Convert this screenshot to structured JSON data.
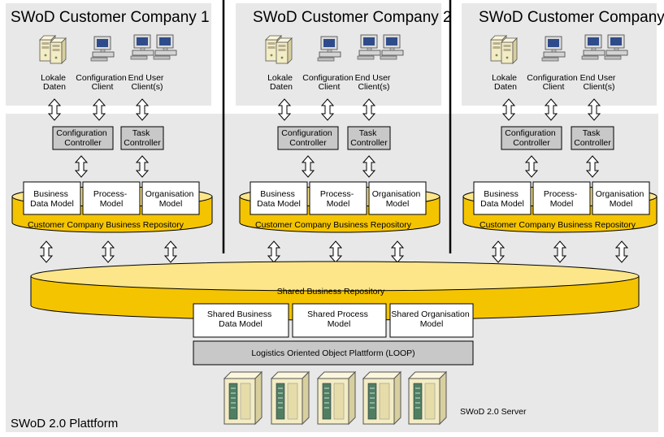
{
  "companies": [
    {
      "title": "SWoD Customer Company 1",
      "clients": {
        "local": [
          "Lokale",
          "Daten"
        ],
        "config": [
          "Configuration",
          "Client"
        ],
        "enduser": [
          "End User",
          "Client(s)"
        ]
      },
      "controllers": {
        "config": [
          "Configuration",
          "Controller"
        ],
        "task": [
          "Task",
          "Controller"
        ]
      },
      "models": {
        "business": [
          "Business",
          "Data Model"
        ],
        "process": [
          "Process-",
          "Model"
        ],
        "organisation": [
          "Organisation",
          "Model"
        ]
      },
      "repository": "Customer Company Business Repository"
    },
    {
      "title": "SWoD Customer Company 2",
      "clients": {
        "local": [
          "Lokale",
          "Daten"
        ],
        "config": [
          "Configuration",
          "Client"
        ],
        "enduser": [
          "End User",
          "Client(s)"
        ]
      },
      "controllers": {
        "config": [
          "Configuration",
          "Controller"
        ],
        "task": [
          "Task",
          "Controller"
        ]
      },
      "models": {
        "business": [
          "Business",
          "Data Model"
        ],
        "process": [
          "Process-",
          "Model"
        ],
        "organisation": [
          "Organisation",
          "Model"
        ]
      },
      "repository": "Customer Company Business Repository"
    },
    {
      "title": "SWoD Customer Company n",
      "clients": {
        "local": [
          "Lokale",
          "Daten"
        ],
        "config": [
          "Configuration",
          "Client"
        ],
        "enduser": [
          "End User",
          "Client(s)"
        ]
      },
      "controllers": {
        "config": [
          "Configuration",
          "Controller"
        ],
        "task": [
          "Task",
          "Controller"
        ]
      },
      "models": {
        "business": [
          "Business",
          "Data Model"
        ],
        "process": [
          "Process-",
          "Model"
        ],
        "organisation": [
          "Organisation",
          "Model"
        ]
      },
      "repository": "Customer Company Business Repository"
    }
  ],
  "shared": {
    "repository": "Shared  Business Repository",
    "models": {
      "business": [
        "Shared Business",
        "Data Model"
      ],
      "process": [
        "Shared Process",
        "Model"
      ],
      "organisation": [
        "Shared Organisation",
        "Model"
      ]
    },
    "loop": "Logistics Oriented Object Plattform (LOOP)"
  },
  "server_label": "SWoD 2.0  Server",
  "platform_label": "SWoD 2.0 Plattform",
  "colors": {
    "panel": "#e8e8e8",
    "controller": "#c8c8c8",
    "gold": "#f5c400",
    "gold_light": "#fde68a",
    "gold_dark": "#b88a00",
    "server_body": "#f3ecc4",
    "server_accent": "#5c8a6a"
  }
}
